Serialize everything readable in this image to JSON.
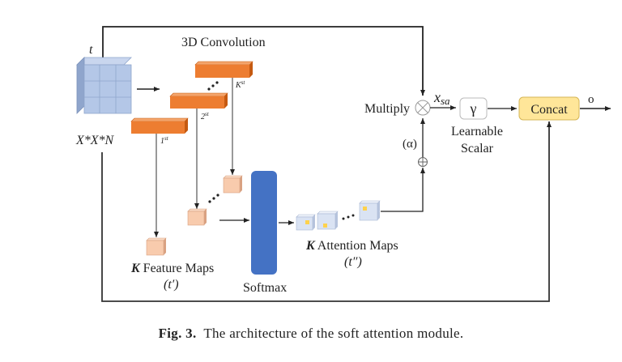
{
  "diagram": {
    "input": {
      "label": "X*X*N",
      "time_label": "t"
    },
    "conv": {
      "title": "3D Convolution",
      "kernels": [
        {
          "label": "1",
          "sup": "st"
        },
        {
          "label": "2",
          "sup": "st"
        },
        {
          "label": "K",
          "sup": "st"
        }
      ],
      "ellipsis": "⋰"
    },
    "feature_maps": {
      "label_bold": "K",
      "label_rest": " Feature Maps",
      "sub": "(t′)"
    },
    "softmax": {
      "label": "Softmax"
    },
    "attention_maps": {
      "label_bold": "K",
      "label_rest": " Attention Maps",
      "sub": "(t″)"
    },
    "multiply": {
      "label": "Multiply",
      "symbol": "⊗"
    },
    "alpha": {
      "label": "(α)",
      "add_symbol": "⊕"
    },
    "x_sa": {
      "label": "x",
      "sub": "sa"
    },
    "scalar": {
      "symbol": "γ",
      "label_line1": "Learnable",
      "label_line2": "Scalar"
    },
    "concat": {
      "label": "Concat"
    },
    "output": {
      "label": "o"
    },
    "colors": {
      "cube_face": "#b4c7e7",
      "cube_side": "#8fa5cc",
      "kernel_face": "#ed7d31",
      "kernel_side": "#c55a11",
      "feature_face": "#f8cbad",
      "feature_side": "#d9a282",
      "softmax": "#4472c4",
      "attention_face": "#dae3f3",
      "attention_dot": "#ffd24d",
      "concat_fill": "#ffe699",
      "concat_stroke": "#d6b656"
    }
  },
  "caption": {
    "prefix": "Fig. 3.",
    "text": "  The architecture of the soft attention module."
  }
}
